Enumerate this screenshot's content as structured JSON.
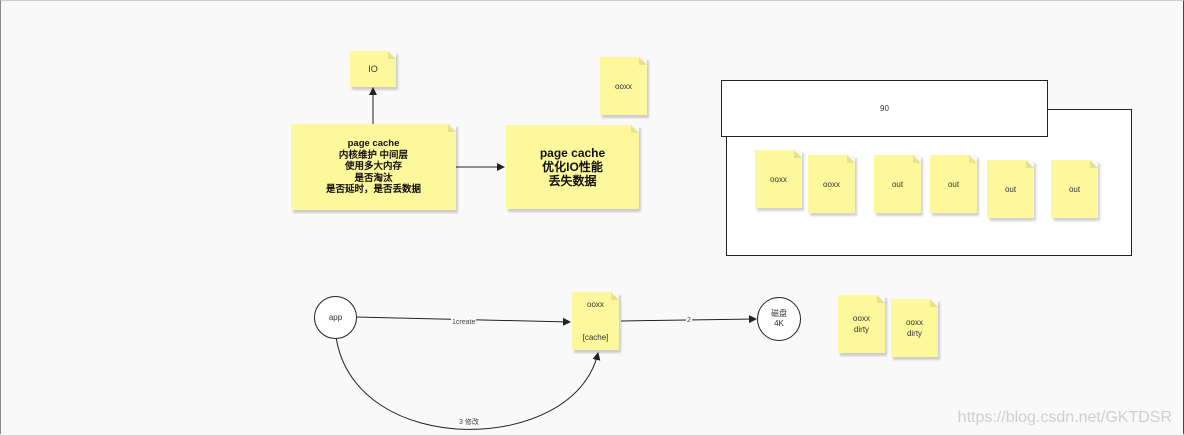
{
  "notes": {
    "io": "IO",
    "page_cache_desc": "page  cache\n内核维护  中间层\n使用多大内存\n是否淘汰\n是否延时，是否丢数据",
    "page_cache_main": "page cache\n优化IO性能\n丢失数据",
    "ooxx_top": "ooxx",
    "g1": "ooxx",
    "g2": "ooxx",
    "g3": "out",
    "g4": "out",
    "g5": "out",
    "g6": "out",
    "file_cache": "ooxx\n\n\n[cache]",
    "dirty1": "ooxx\ndirty",
    "dirty2": "ooxx\ndirty"
  },
  "box90": "90",
  "nodes": {
    "app": "app",
    "disk": "磁盘\n4K"
  },
  "edges": {
    "create": "1create",
    "two": "2",
    "modify": "3 修改"
  },
  "watermark": "https://blog.csdn.net/GKTDSR"
}
